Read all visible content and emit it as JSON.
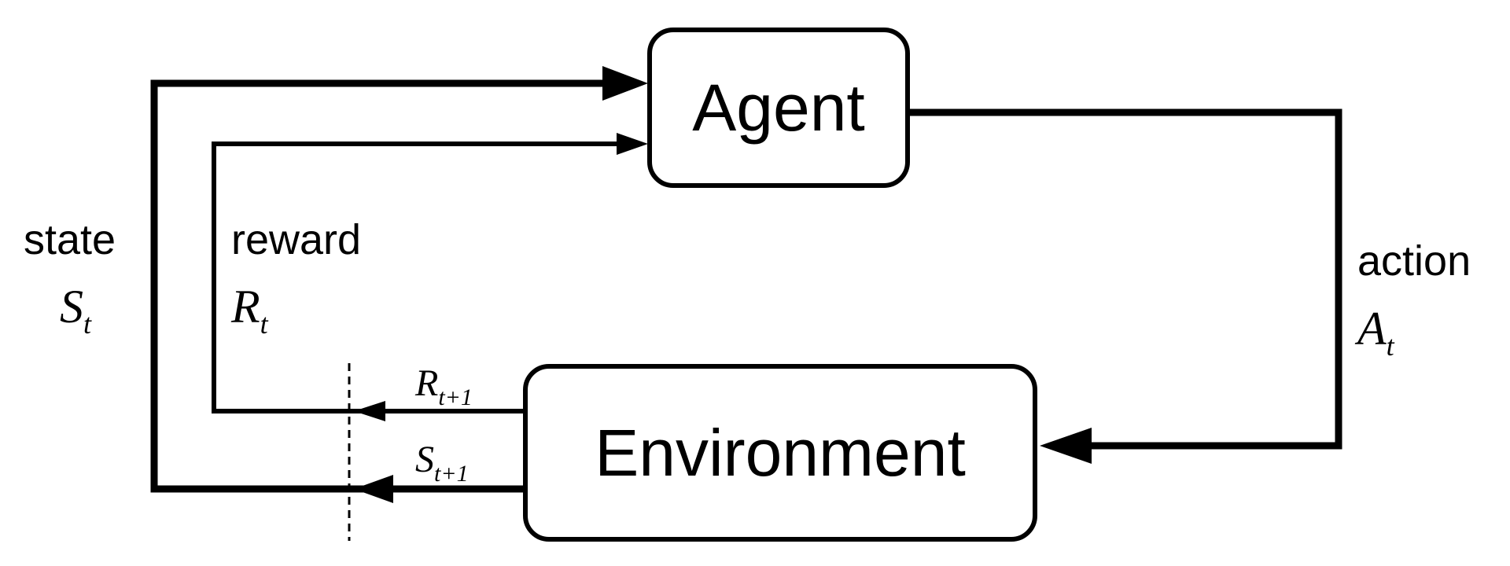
{
  "nodes": {
    "agent": {
      "label": "Agent"
    },
    "environment": {
      "label": "Environment"
    }
  },
  "edges": {
    "state": {
      "word": "state",
      "symbol": "S",
      "subscript": "t"
    },
    "reward": {
      "word": "reward",
      "symbol": "R",
      "subscript": "t"
    },
    "action": {
      "word": "action",
      "symbol": "A",
      "subscript": "t"
    },
    "next_reward": {
      "symbol": "R",
      "subscript": "t+1"
    },
    "next_state": {
      "symbol": "S",
      "subscript": "t+1"
    }
  },
  "colors": {
    "stroke": "#000000",
    "background": "#ffffff"
  }
}
